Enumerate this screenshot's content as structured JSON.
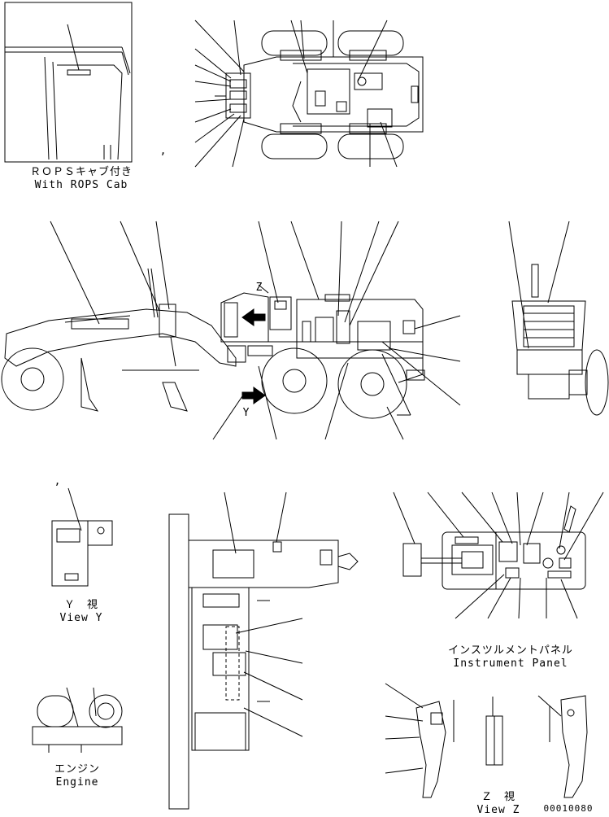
{
  "captions": {
    "rops_jp": "ＲＯＰＳキャブ付き",
    "rops_en": "With ROPS Cab",
    "viewy_jp": "Ｙ　視",
    "viewy_en": "View Y",
    "engine_jp": "エンジン",
    "engine_en": "Engine",
    "instrument_jp": "インスツルメントパネル",
    "instrument_en": "Instrument Panel",
    "viewz_jp": "Ｚ　視",
    "viewz_en": "View Z",
    "drawing_no": "00010080"
  },
  "markers": {
    "y": "Y",
    "z": "Z",
    "comma1": ",",
    "comma2": ","
  },
  "colors": {
    "ink": "#000000",
    "paper": "#ffffff"
  }
}
